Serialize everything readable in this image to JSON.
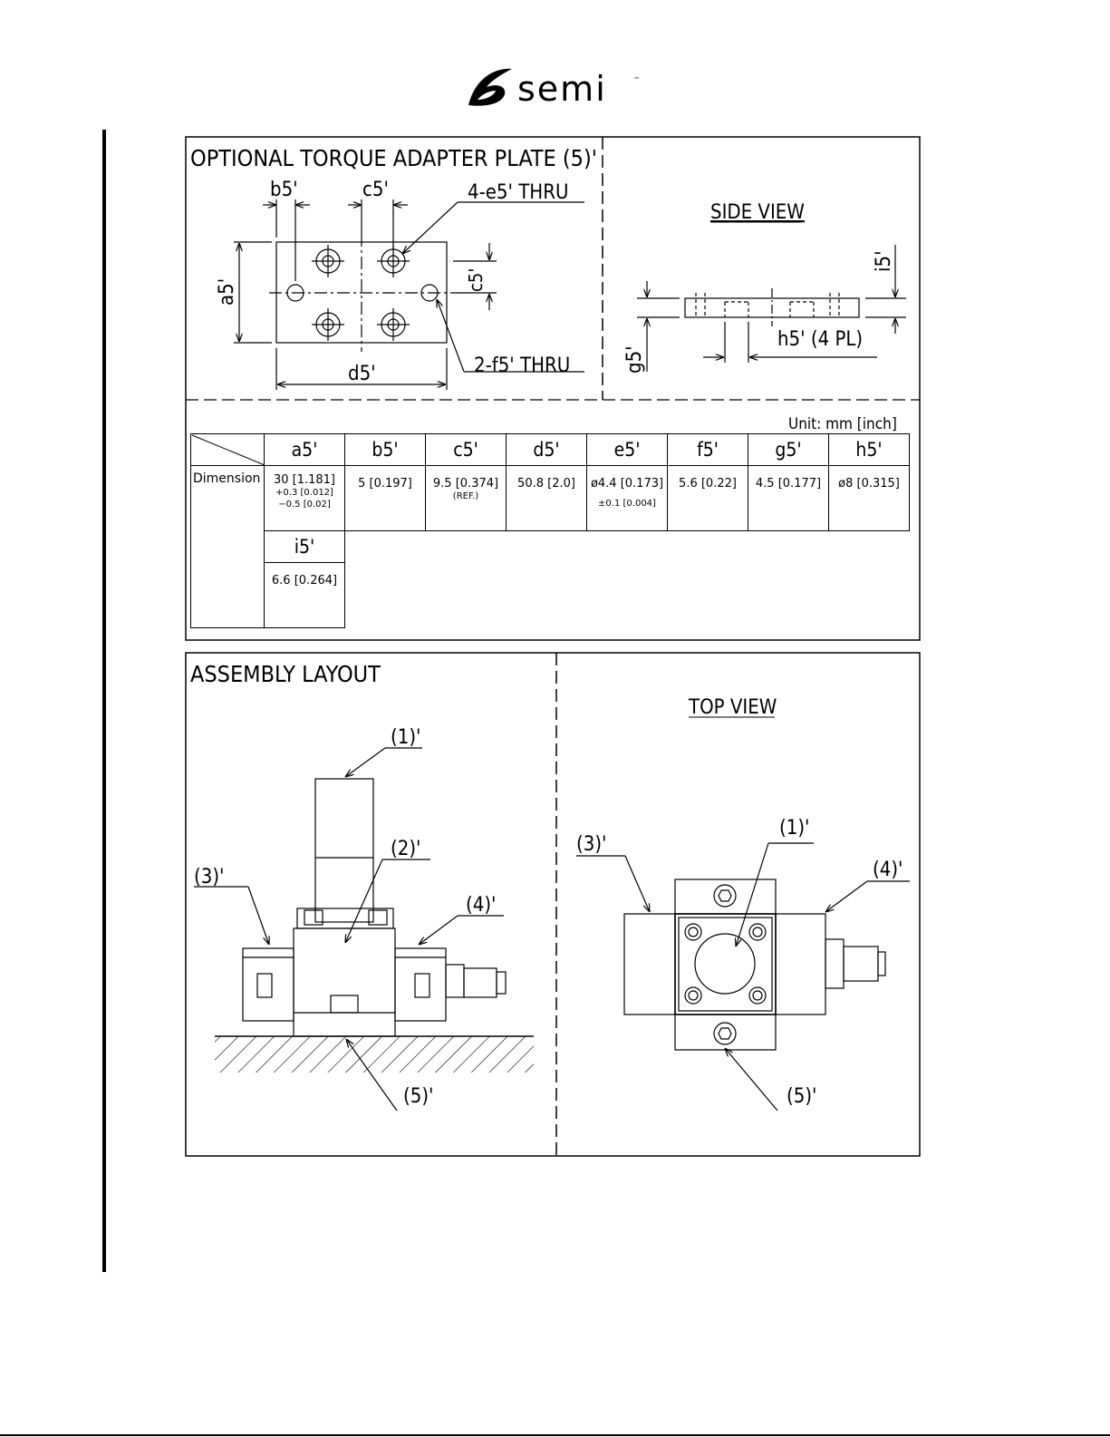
{
  "logo": {
    "text": "semi",
    "tm": "™"
  },
  "plate": {
    "title": "OPTIONAL TORQUE ADAPTER PLATE (5)'",
    "side_view": "SIDE VIEW",
    "labels": {
      "b5": "b5'",
      "c5_top": "c5'",
      "c5_right": "c5'",
      "a5": "a5'",
      "d5": "d5'",
      "e5_thru": "4-e5' THRU",
      "f5_thru": "2-f5' THRU",
      "i5": "i5'",
      "g5": "g5'",
      "h5": "h5' (4 PL)"
    }
  },
  "table": {
    "unit": "Unit: mm [inch]",
    "headers": [
      "a5'",
      "b5'",
      "c5'",
      "d5'",
      "e5'",
      "f5'",
      "g5'",
      "h5'"
    ],
    "row_label": "Dimension",
    "values": {
      "a5": "30 [1.181]",
      "a5_tol1": "+0.3 [0.012]",
      "a5_tol2": "−0.5 [0.02]",
      "b5": "5 [0.197]",
      "c5": "9.5 [0.374]",
      "c5_note": "(REF.)",
      "d5": "50.8 [2.0]",
      "e5": "ø4.4 [0.173]",
      "e5_tol": "±0.1 [0.004]",
      "f5": "5.6 [0.22]",
      "g5": "4.5 [0.177]",
      "h5": "ø8 [0.315]"
    },
    "extra_header": "i5'",
    "extra_value": "6.6 [0.264]"
  },
  "assembly": {
    "title": "ASSEMBLY LAYOUT",
    "top_view": "TOP VIEW",
    "callouts": {
      "c1": "(1)'",
      "c2": "(2)'",
      "c3": "(3)'",
      "c4": "(4)'",
      "c5": "(5)'"
    }
  }
}
